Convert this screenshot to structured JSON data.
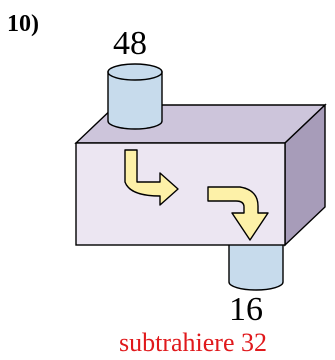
{
  "problem_number": "10)",
  "input_value": "48",
  "output_value": "16",
  "operation_text": "subtrahiere 32",
  "colors": {
    "box_front": "#ece6f2",
    "box_top": "#cdc5db",
    "box_side": "#a79cb9",
    "cylinder": "#c7dbec",
    "arrow_fill": "#fdf1a8",
    "operation_text": "#e0191c"
  }
}
